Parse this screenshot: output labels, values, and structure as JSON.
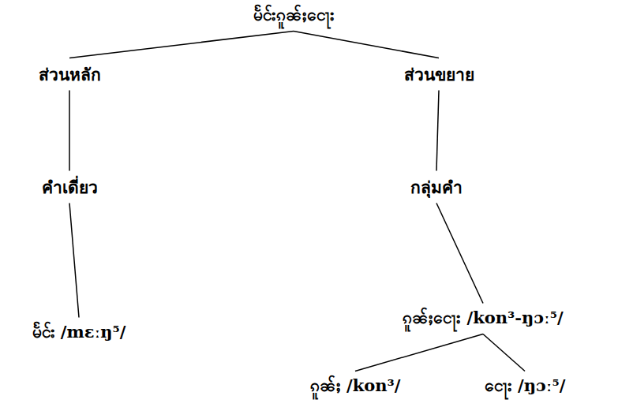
{
  "diagram": {
    "nodes": [
      {
        "text": [
          "မႅင်းၵူၼ်ႈငေႃး"
        ]
      },
      {
        "text": [
          "ส่วนหลัก"
        ]
      },
      {
        "text": [
          "ส่วนขยาย"
        ]
      },
      {
        "text": [
          "คำเดี่ยว"
        ]
      },
      {
        "text": [
          "กลุ่มคำ"
        ]
      },
      {
        "text": [
          "မႅင်း /mɛːŋ⁵/"
        ]
      },
      {
        "text": [
          "ၵူၼ်ႈငေႃး /kon³-ŋɔː⁵/"
        ]
      },
      {
        "text": [
          "ၵူၼ်ႈ /kon³/"
        ]
      },
      {
        "text": [
          "ငေႃး /ŋɔː⁵/"
        ]
      }
    ],
    "edges": [
      {
        "from": 0,
        "to": 1,
        "arrow": "none"
      },
      {
        "from": 0,
        "to": 2,
        "arrow": "none"
      },
      {
        "from": 1,
        "to": 3,
        "arrow": "none"
      },
      {
        "from": 2,
        "to": 4,
        "arrow": "none"
      },
      {
        "from": 3,
        "to": 5,
        "arrow": "none"
      },
      {
        "from": 4,
        "to": 6,
        "arrow": "none"
      },
      {
        "from": 6,
        "to": 7,
        "arrow": "none"
      },
      {
        "from": 6,
        "to": 8,
        "arrow": "none"
      }
    ]
  }
}
